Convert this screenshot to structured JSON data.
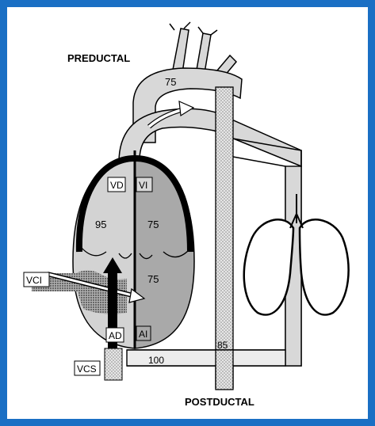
{
  "labels": {
    "preductal": "PREDUCTAL",
    "postductal": "POSTDUCTAL",
    "aorta_value": "75",
    "rv_value": "95",
    "lv_value": "75",
    "la_value": "75",
    "ductus_value": "85",
    "ivc_value": "100",
    "vd": "VD",
    "vi": "VI",
    "vci": "VCI",
    "vcs": "VCS",
    "ad": "AD",
    "ai": "AI"
  },
  "colors": {
    "frame": "#1a6fc4",
    "left_heart": "#a9a9a9",
    "right_heart": "#d3d3d3",
    "vessel": "#d8d8d8",
    "outline": "#000000"
  }
}
